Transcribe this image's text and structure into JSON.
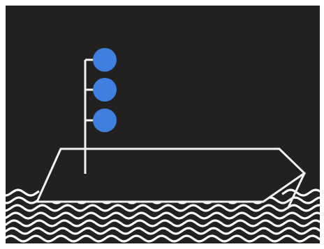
{
  "colors": {
    "frame": "#ffffff",
    "background": "#232120",
    "outline": "#f2f2f2",
    "signal_light": "#3f7fe0",
    "waves": "#ffffff"
  },
  "signal_lights": {
    "count": 3,
    "color_name": "blue"
  },
  "vessel": {
    "shape": "barge-outline",
    "mast": "single-vertical"
  },
  "water": {
    "wave_lines": 6
  }
}
